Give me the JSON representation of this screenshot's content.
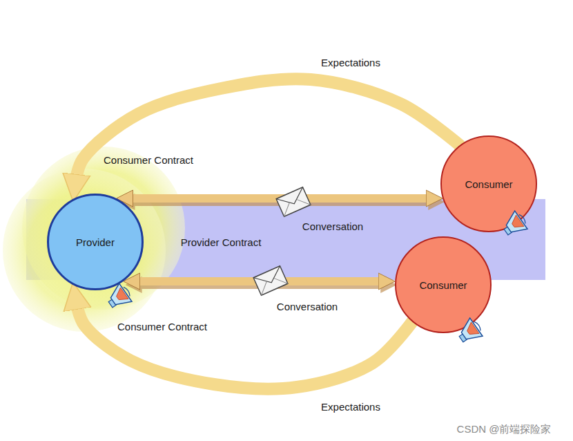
{
  "diagram": {
    "nodes": [
      {
        "text": [
          "Provider"
        ]
      },
      {
        "text": [
          "Consumer"
        ]
      },
      {
        "text": [
          "Consumer"
        ]
      }
    ],
    "edges": [
      {
        "from": 0,
        "to": 1,
        "label": "Conversation",
        "arrow": "both"
      },
      {
        "from": 0,
        "to": 2,
        "label": "Conversation",
        "arrow": "both"
      },
      {
        "from": 1,
        "to": 0,
        "label": "Expectations",
        "arrow": "to"
      },
      {
        "from": 2,
        "to": 0,
        "label": "Expectations",
        "arrow": "to"
      }
    ],
    "labels": [
      "Consumer Contract",
      "Provider Contract",
      "Consumer Contract",
      "CSDN @前端探险家"
    ]
  }
}
